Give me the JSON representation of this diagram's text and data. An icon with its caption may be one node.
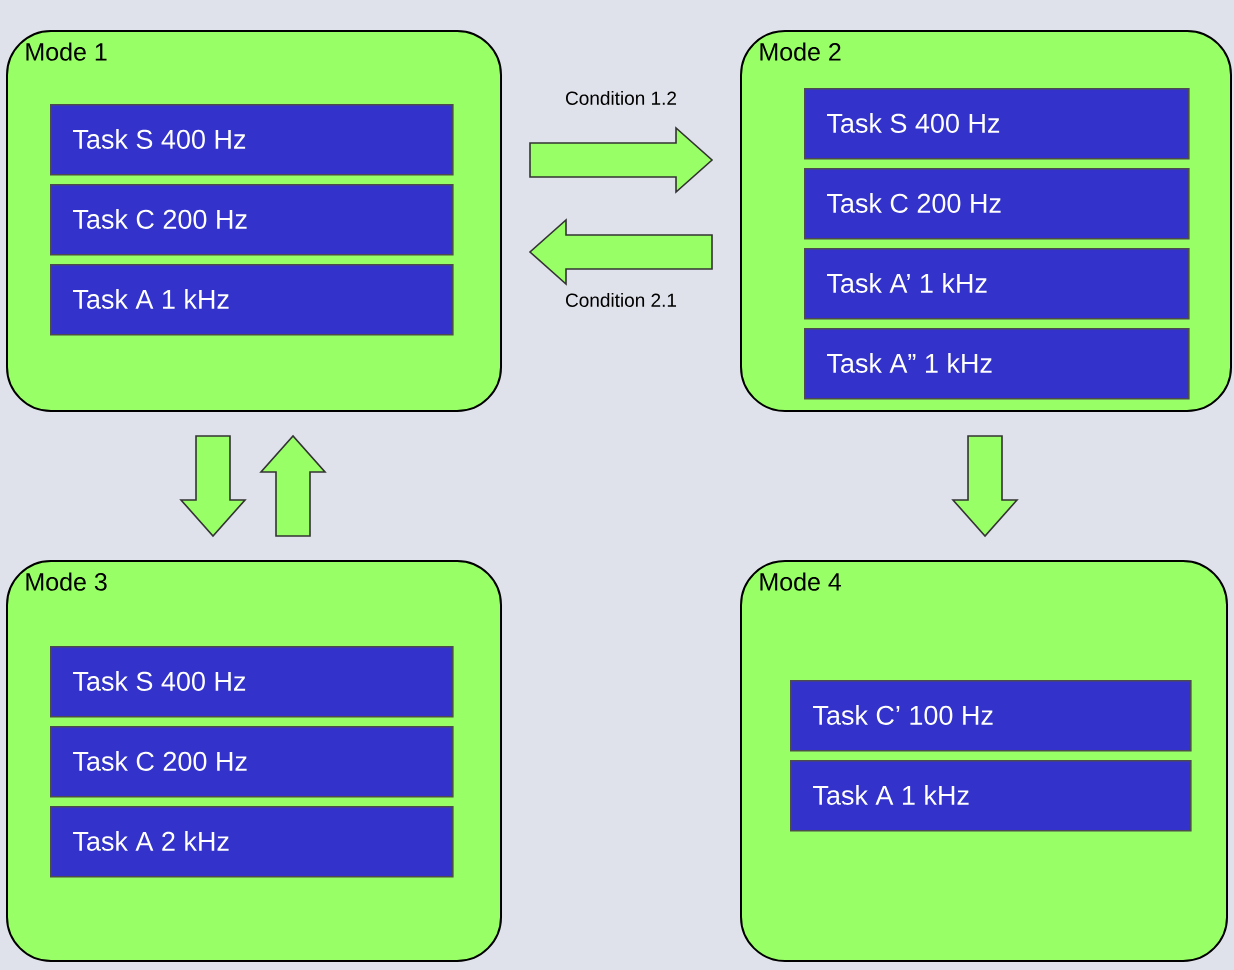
{
  "diagram": {
    "nodes": [
      {
        "text": [
          "Mode 1"
        ]
      },
      {
        "text": [
          "Task S 400 Hz"
        ],
        "in": 0
      },
      {
        "text": [
          "Task C 200 Hz"
        ],
        "in": 0
      },
      {
        "text": [
          "Task A 1 kHz"
        ],
        "in": 0
      },
      {
        "text": [
          "Mode 2"
        ]
      },
      {
        "text": [
          "Task S 400 Hz"
        ],
        "in": 4
      },
      {
        "text": [
          "Task C 200 Hz"
        ],
        "in": 4
      },
      {
        "text": [
          "Task A’ 1 kHz"
        ],
        "in": 4
      },
      {
        "text": [
          "Task A” 1 kHz"
        ],
        "in": 4
      },
      {
        "text": [
          "Mode 3"
        ]
      },
      {
        "text": [
          "Task S 400 Hz"
        ],
        "in": 9
      },
      {
        "text": [
          "Task C 200 Hz"
        ],
        "in": 9
      },
      {
        "text": [
          "Task A 2 kHz"
        ],
        "in": 9
      },
      {
        "text": [
          "Mode 4"
        ]
      },
      {
        "text": [
          "Task C’ 100 Hz"
        ],
        "in": 13
      },
      {
        "text": [
          "Task A 1 kHz"
        ],
        "in": 13
      }
    ],
    "edges": [
      {
        "from": 0,
        "to": 4,
        "arrow": "to",
        "label": "Condition 1.2"
      },
      {
        "from": 4,
        "to": 0,
        "arrow": "to",
        "label": "Condition 2.1"
      },
      {
        "from": 0,
        "to": 9,
        "arrow": "to"
      },
      {
        "from": 9,
        "to": 0,
        "arrow": "to"
      },
      {
        "from": 4,
        "to": 13,
        "arrow": "to"
      }
    ]
  }
}
